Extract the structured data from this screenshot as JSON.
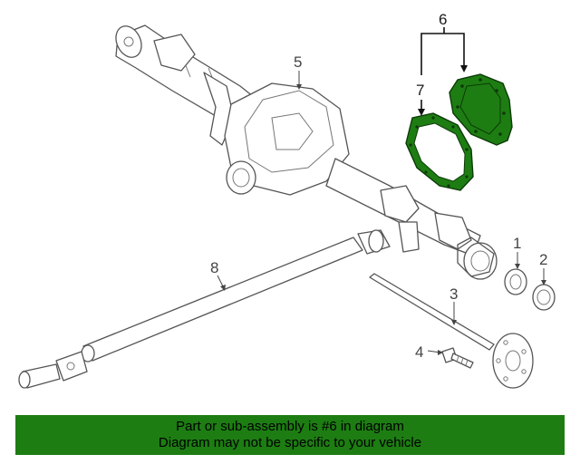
{
  "callouts": {
    "c1": "1",
    "c2": "2",
    "c3": "3",
    "c4": "4",
    "c5": "5",
    "c6": "6",
    "c7": "7",
    "c8": "8"
  },
  "banner": {
    "line1": "Part or sub-assembly is #6 in diagram",
    "line2": "Diagram may not be specific to your vehicle"
  },
  "colors": {
    "highlight": "#1d7d12",
    "banner": "#1d7d12",
    "line": "#555555"
  }
}
